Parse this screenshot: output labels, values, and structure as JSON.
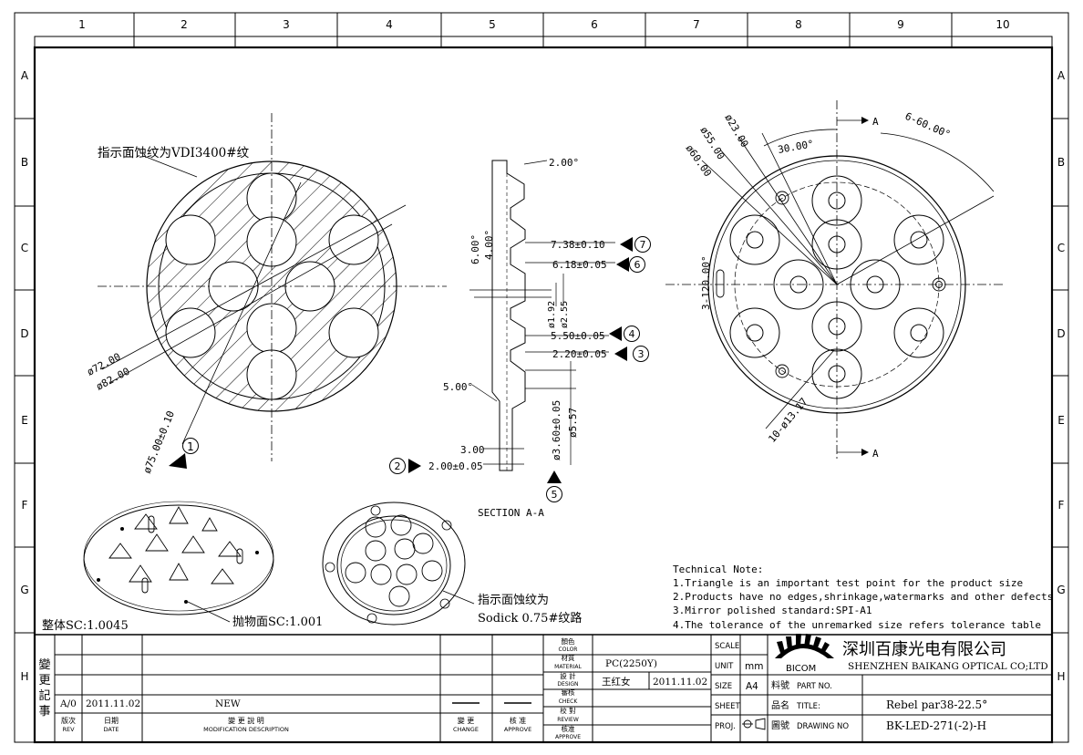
{
  "frame": {
    "cols": [
      "1",
      "2",
      "3",
      "4",
      "5",
      "6",
      "7",
      "8",
      "9",
      "10"
    ],
    "rows": [
      "A",
      "B",
      "C",
      "D",
      "E",
      "F",
      "G",
      "H"
    ]
  },
  "front_view": {
    "note": "指示面蚀纹为VDI3400#纹",
    "dim_d72": "ø72.00",
    "dim_d82": "ø82.00",
    "dim_d75": "ø75.00±0.10",
    "marker_1": "1"
  },
  "section": {
    "label": "SECTION A-A",
    "ang_top": "2.00°",
    "ang_6": "6.00°",
    "ang_4": "4.00°",
    "ang_5": "5.00°",
    "d738": "7.38±0.10",
    "d618": "6.18±0.05",
    "d550": "5.50±0.05",
    "d220": "2.20±0.05",
    "d192": "ø1.92",
    "d255": "ø2.55",
    "d360": "ø3.60±0.05",
    "d557": "ø5.57",
    "d300": "3.00",
    "d200": "2.00±0.05",
    "m7": "7",
    "m6": "6",
    "m4": "4",
    "m3": "3",
    "m2": "2",
    "m5": "5"
  },
  "right_view": {
    "cut_a": "A",
    "ang_660": "6-60.00°",
    "ang_30": "30.00°",
    "d23": "ø23.00",
    "d55": "ø55.00",
    "d60": "ø60.00",
    "ang_3120": "3-120.00°",
    "d1317": "10-ø13.17"
  },
  "iso": {
    "scale_left": "整体SC:1.0045",
    "scale_mid": "抛物面SC:1.001",
    "etch_1": "指示面蚀纹为",
    "etch_2": "Sodick 0.75#纹路"
  },
  "tech_note": {
    "title": "Technical Note:",
    "lines": [
      "1.Triangle is an important test point for the product size",
      "2.Products have no edges,shrinkage,watermarks and other defects",
      "3.Mirror polished standard:SPI-A1",
      "4.The tolerance of the unremarked size refers tolerance table"
    ]
  },
  "title_block": {
    "rev_title": "變更記事",
    "rev_no": "A/0",
    "rev_date": "2011.11.02",
    "rev_desc": "NEW",
    "h_rev": "版次",
    "h_rev_en": "REV",
    "h_date": "日期",
    "h_date_en": "DATE",
    "h_desc": "變 更 說 明",
    "h_desc_en": "MODIFICATION DESCRIPTION",
    "h_change": "變 更",
    "h_change_en": "CHANGE",
    "h_approve": "核 准",
    "h_approve_en": "APPROVE",
    "lbl_color": "顏色",
    "lbl_color_en": "COLOR",
    "lbl_material": "材質",
    "lbl_material_en": "MATERIAL",
    "lbl_design": "設 計",
    "lbl_design_en": "DESIGN",
    "lbl_check": "審核",
    "lbl_check_en": "CHECK",
    "lbl_review": "校 對",
    "lbl_review_en": "REVIEW",
    "lbl_appr": "核准",
    "lbl_appr_en": "APPROVE",
    "material": "PC(2250Y)",
    "designer": "王红女",
    "design_date": "2011.11.02",
    "scale": "SCALE",
    "unit": "UNIT",
    "unit_val": "mm",
    "size": "SIZE",
    "size_val": "A4",
    "sheet": "SHEET",
    "proj": "PROJ.",
    "logo_text": "BICOM",
    "company_cn": "深圳百康光电有限公司",
    "company_en": "SHENZHEN BAIKANG OPTICAL CO;LTD",
    "part_no_lbl": "料號",
    "part_no_en": "PART NO.",
    "title_lbl": "品名",
    "title_en": "TITLE:",
    "drawing_lbl": "圖號",
    "drawing_en": "DRAWING NO",
    "title_val": "Rebel par38-22.5°",
    "drawing_val": "BK-LED-271(-2)-H"
  }
}
